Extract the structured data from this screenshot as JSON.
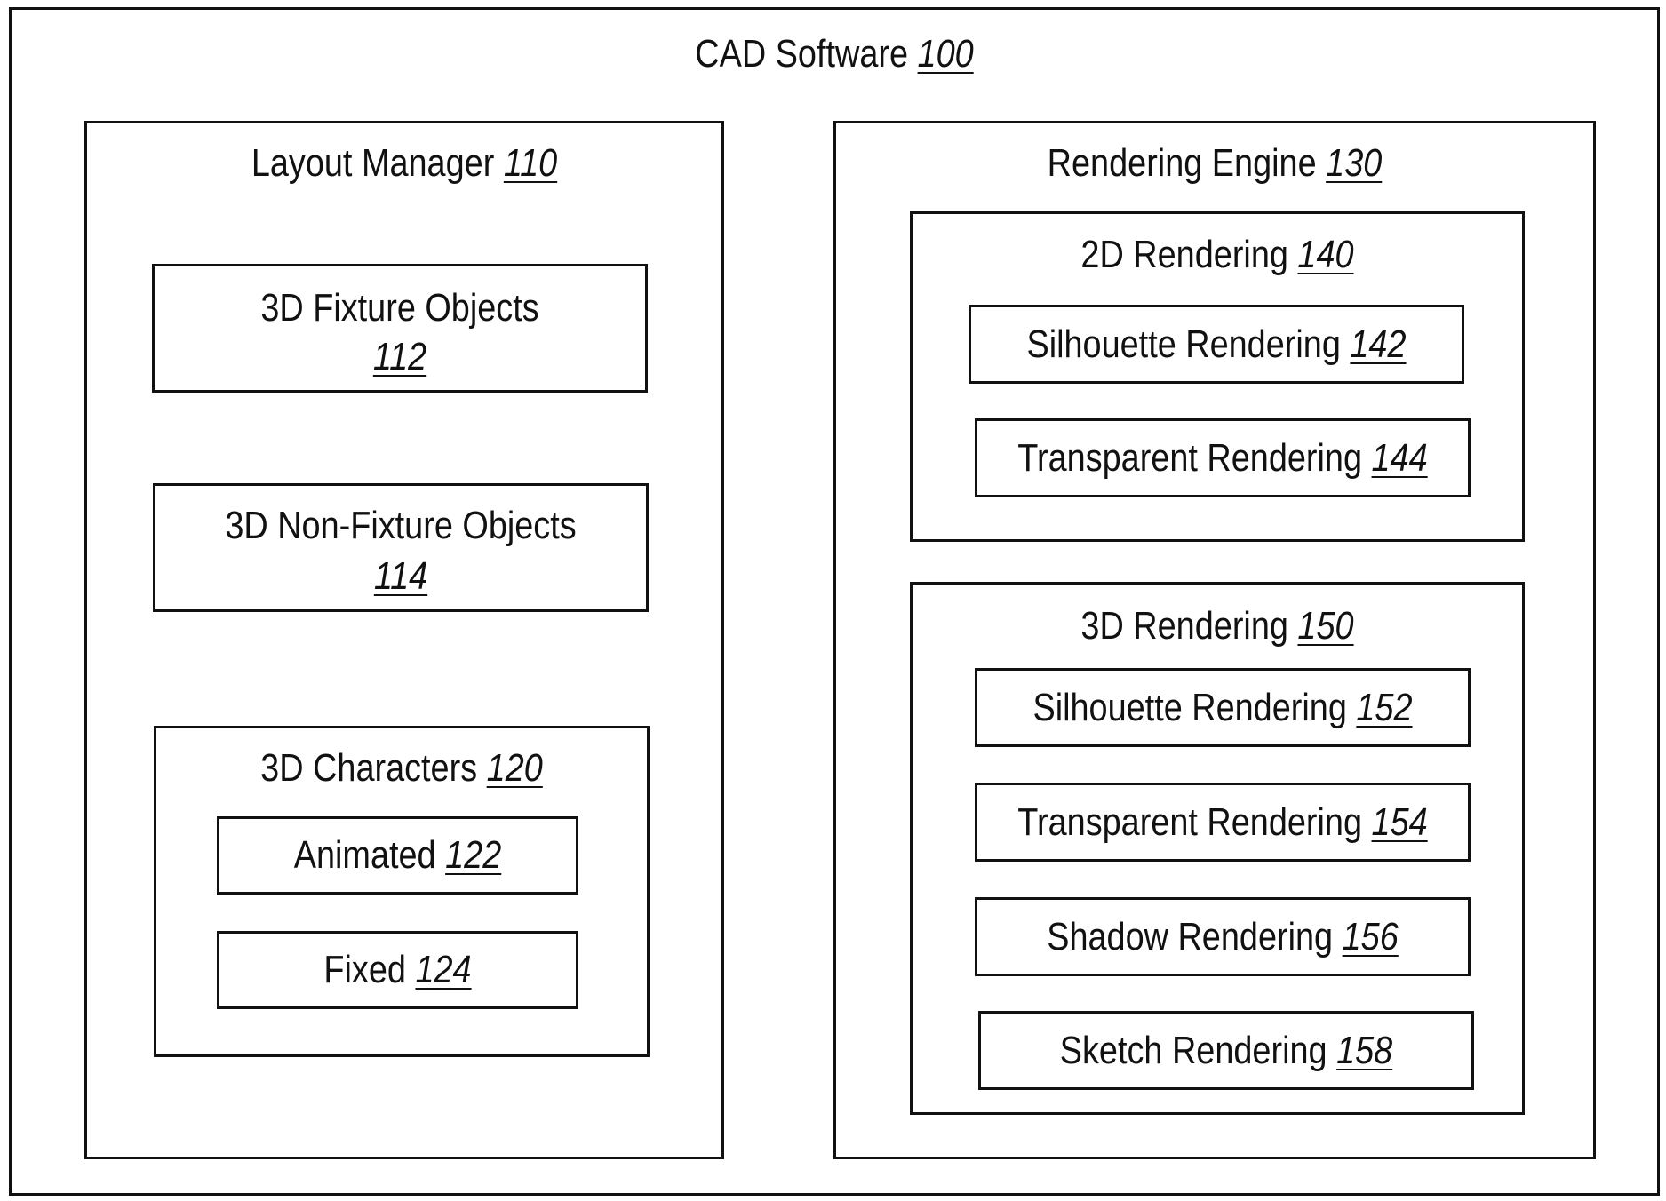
{
  "software": {
    "label": "CAD Software",
    "ref": "100"
  },
  "layout_manager": {
    "label": "Layout Manager",
    "ref": "110",
    "fixture_objects": {
      "label": "3D Fixture Objects",
      "ref": "112"
    },
    "non_fixture_objects": {
      "label": "3D Non-Fixture Objects",
      "ref": "114"
    },
    "characters": {
      "label": "3D Characters",
      "ref": "120",
      "animated": {
        "label": "Animated",
        "ref": "122"
      },
      "fixed": {
        "label": "Fixed",
        "ref": "124"
      }
    }
  },
  "rendering_engine": {
    "label": "Rendering Engine",
    "ref": "130",
    "rendering_2d": {
      "label": "2D Rendering",
      "ref": "140",
      "silhouette": {
        "label": "Silhouette Rendering",
        "ref": "142"
      },
      "transparent": {
        "label": "Transparent Rendering",
        "ref": "144"
      }
    },
    "rendering_3d": {
      "label": "3D Rendering",
      "ref": "150",
      "silhouette": {
        "label": "Silhouette Rendering",
        "ref": "152"
      },
      "transparent": {
        "label": "Transparent Rendering",
        "ref": "154"
      },
      "shadow": {
        "label": "Shadow Rendering",
        "ref": "156"
      },
      "sketch": {
        "label": "Sketch Rendering",
        "ref": "158"
      }
    }
  }
}
